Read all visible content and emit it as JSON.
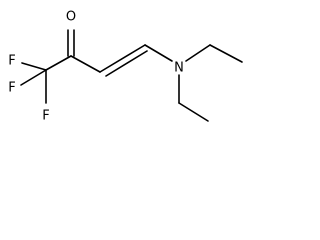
{
  "molecule": {
    "atoms": {
      "oxygen": "O",
      "nitrogen": "N",
      "fluorine_1": "F",
      "fluorine_2": "F",
      "fluorine_3": "F"
    },
    "colors": {
      "bond": "#000000",
      "label": "#000000",
      "background": "#ffffff"
    }
  }
}
